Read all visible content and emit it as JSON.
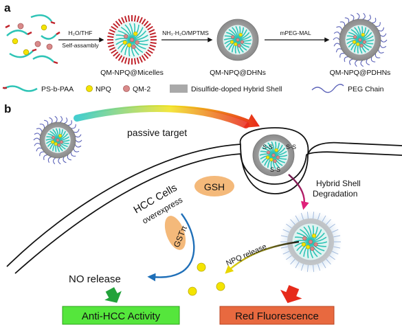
{
  "panel_a": {
    "label": "a",
    "step1": {
      "reagent_top": "H₂O/THF",
      "reagent_bottom": "Self-assambly"
    },
    "step2": {
      "reagent": "NH₃·H₂O/MPTMS"
    },
    "step3": {
      "reagent": "mPEG-MAL"
    },
    "structures": [
      "QM-NPQ@Micelles",
      "QM-NPQ@DHNs",
      "QM-NPQ@PDHNs"
    ],
    "legend": {
      "polymer": "PS-b-PAA",
      "npq": "NPQ",
      "qm2": "QM-2",
      "shell": "Disulfide-doped Hybrid Shell",
      "peg": "PEG Chain"
    }
  },
  "panel_b": {
    "label": "b",
    "passive_target": "passive target",
    "ss_labels": [
      "S-S",
      "S-S",
      "S-S"
    ],
    "degradation_line1": "Hybrid Shell",
    "degradation_line2": "Degradation",
    "hcc_line1": "HCC Cells",
    "hcc_line2": "overexpress",
    "gsh": "GSH",
    "gst": "GSTπ",
    "npq_release": "NPQ release",
    "no_release": "NO release",
    "outcome_left": "Anti-HCC Activity",
    "outcome_right": "Red Fluorescence"
  },
  "colors": {
    "polymer": "#2ec4b6",
    "npq": "#f4e400",
    "qm2": "#d98a8a",
    "shell": "#9a9a9a",
    "peg": "#5b62b8",
    "anti_box": "#55e63c",
    "red_box": "#e8693f",
    "gsh_box": "#f4b97a",
    "blue_arrow": "#1f6fb8",
    "red_arrow": "#e62a1a",
    "green_arrow": "#22a23a"
  }
}
